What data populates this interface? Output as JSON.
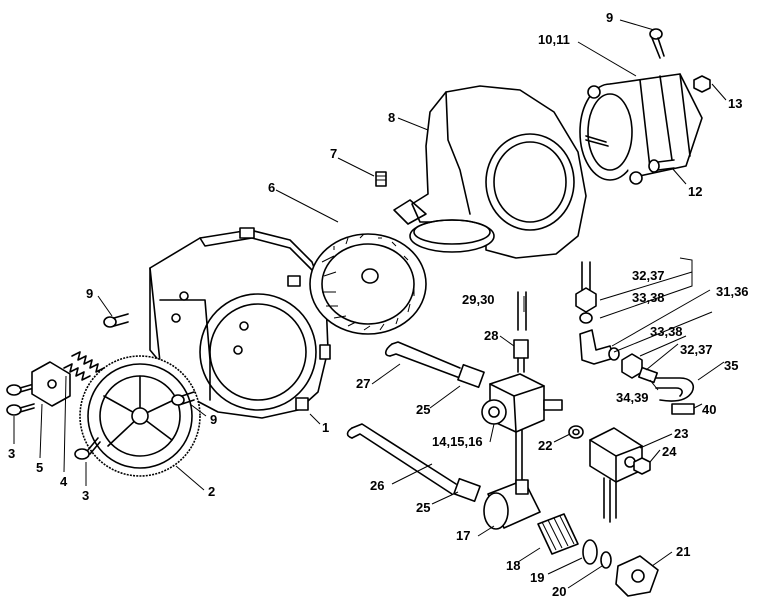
{
  "callouts": {
    "c1": "1",
    "c2": "2",
    "c3a": "3",
    "c3b": "3",
    "c4": "4",
    "c5": "5",
    "c6": "6",
    "c7": "7",
    "c8": "8",
    "c9a": "9",
    "c9b": "9",
    "c9c": "9",
    "c10_11": "10,11",
    "c12": "12",
    "c13": "13",
    "c14_15_16": "14,15,16",
    "c17": "17",
    "c18": "18",
    "c19": "19",
    "c20": "20",
    "c21": "21",
    "c22": "22",
    "c23": "23",
    "c24": "24",
    "c25a": "25",
    "c25b": "25",
    "c26": "26",
    "c27": "27",
    "c28": "28",
    "c29_30": "29,30",
    "c31_36": "31,36",
    "c32_37a": "32,37",
    "c32_37b": "32,37",
    "c33_38a": "33,38",
    "c33_38b": "33,38",
    "c34_39": "34,39",
    "c35": "35",
    "c40": "40"
  }
}
